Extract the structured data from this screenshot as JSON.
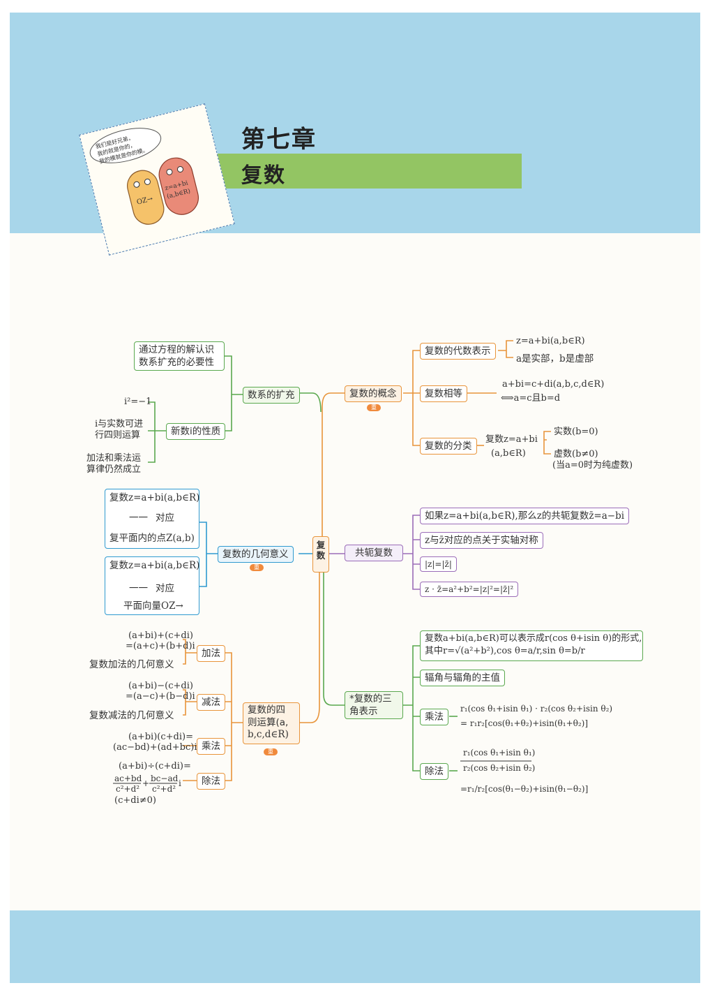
{
  "header": {
    "chapter": "第七章",
    "title": "复数",
    "cartoon_speech": "我们是好兄弟，我的就是你的，我的模就是你的模。",
    "cartoon_left_label": "OZ→",
    "cartoon_right_label_1": "z=a+bi",
    "cartoon_right_label_2": "(a,b∈R)"
  },
  "colors": {
    "band": "#a8d6ea",
    "title_bar": "#93c563",
    "orange": "#e8943a",
    "green": "#5aa84e",
    "blue": "#2f9ad0",
    "purple": "#9b6cb8"
  },
  "center": "复数",
  "badge_label": "重",
  "left": {
    "expand": {
      "label": "数系的扩充",
      "leaf_reason": [
        "通过方程的解认识",
        "数系扩充的必要性"
      ],
      "i_props": {
        "label": "新数i的性质",
        "items": [
          "i²=−1",
          "i与实数可进",
          "行四则运算",
          "加法和乘法运",
          "算律仍然成立"
        ]
      }
    },
    "geometry": {
      "label": "复数的几何意义",
      "box1": [
        "复数z=a+bi(a,b∈R)",
        "一一",
        "对应",
        "复平面内的点Z(a,b)"
      ],
      "box2": [
        "复数z=a+bi(a,b∈R)",
        "一一",
        "对应",
        "平面向量OZ→"
      ]
    },
    "ops": {
      "label": [
        "复数的四",
        "则运算(a,",
        "b,c,d∈R)"
      ],
      "add": {
        "label": "加法",
        "f1": "(a+bi)+(c+di)",
        "f2": "=(a+c)+(b+d)i",
        "geo": "复数加法的几何意义"
      },
      "sub": {
        "label": "减法",
        "f1": "(a+bi)−(c+di)",
        "f2": "=(a−c)+(b−d)i",
        "geo": "复数减法的几何意义"
      },
      "mul": {
        "label": "乘法",
        "f1": "(a+bi)(c+di)=",
        "f2": "(ac−bd)+(ad+bc)i"
      },
      "div": {
        "label": "除法",
        "f1": "(a+bi)÷(c+di)=",
        "num1": "ac+bd",
        "den1": "c²+d²",
        "plus": "+",
        "num2": "bc−ad",
        "den2": "c²+d²",
        "i": "i",
        "cond": "(c+di≠0)"
      }
    }
  },
  "right": {
    "concept": {
      "label": "复数的概念",
      "algebraic": {
        "label": "复数的代数表示",
        "l1": "z=a+bi(a,b∈R)",
        "l2": "a是实部，b是虚部"
      },
      "equal": {
        "label": "复数相等",
        "l1": "a+bi=c+di(a,b,c,d∈R)",
        "l2": "⟺a=c且b=d"
      },
      "classify": {
        "label": "复数的分类",
        "z1": "复数z=a+bi",
        "z2": "(a,b∈R)",
        "real": "实数(b=0)",
        "imag": "虚数(b≠0)",
        "pure": "(当a=0时为纯虚数)"
      }
    },
    "conjugate": {
      "label": "共轭复数",
      "items": [
        "如果z=a+bi(a,b∈R),那么z的共轭复数z̄=a−bi",
        "z与z̄对应的点关于实轴对称",
        "|z|=|z̄|",
        "z · z̄=a²+b²=|z|²=|z̄|²"
      ]
    },
    "trig": {
      "label": [
        "*复数的三",
        "角表示"
      ],
      "form": {
        "l1": "复数a+bi(a,b∈R)可以表示成r(cos θ+isin θ)的形式,",
        "l2": "其中r=√(a²+b²),cos θ=a/r,sin θ=b/r"
      },
      "arg": "辐角与辐角的主值",
      "mul": {
        "label": "乘法",
        "l1": "r₁(cos θ₁+isin θ₁) · r₂(cos θ₂+isin θ₂)",
        "l2": "= r₁r₂[cos(θ₁+θ₂)+isin(θ₁+θ₂)]"
      },
      "div": {
        "label": "除法",
        "num": "r₁(cos θ₁+isin θ₁)",
        "den": "r₂(cos θ₂+isin θ₂)",
        "l3": "=r₁/r₂[cos(θ₁−θ₂)+isin(θ₁−θ₂)]"
      }
    }
  }
}
